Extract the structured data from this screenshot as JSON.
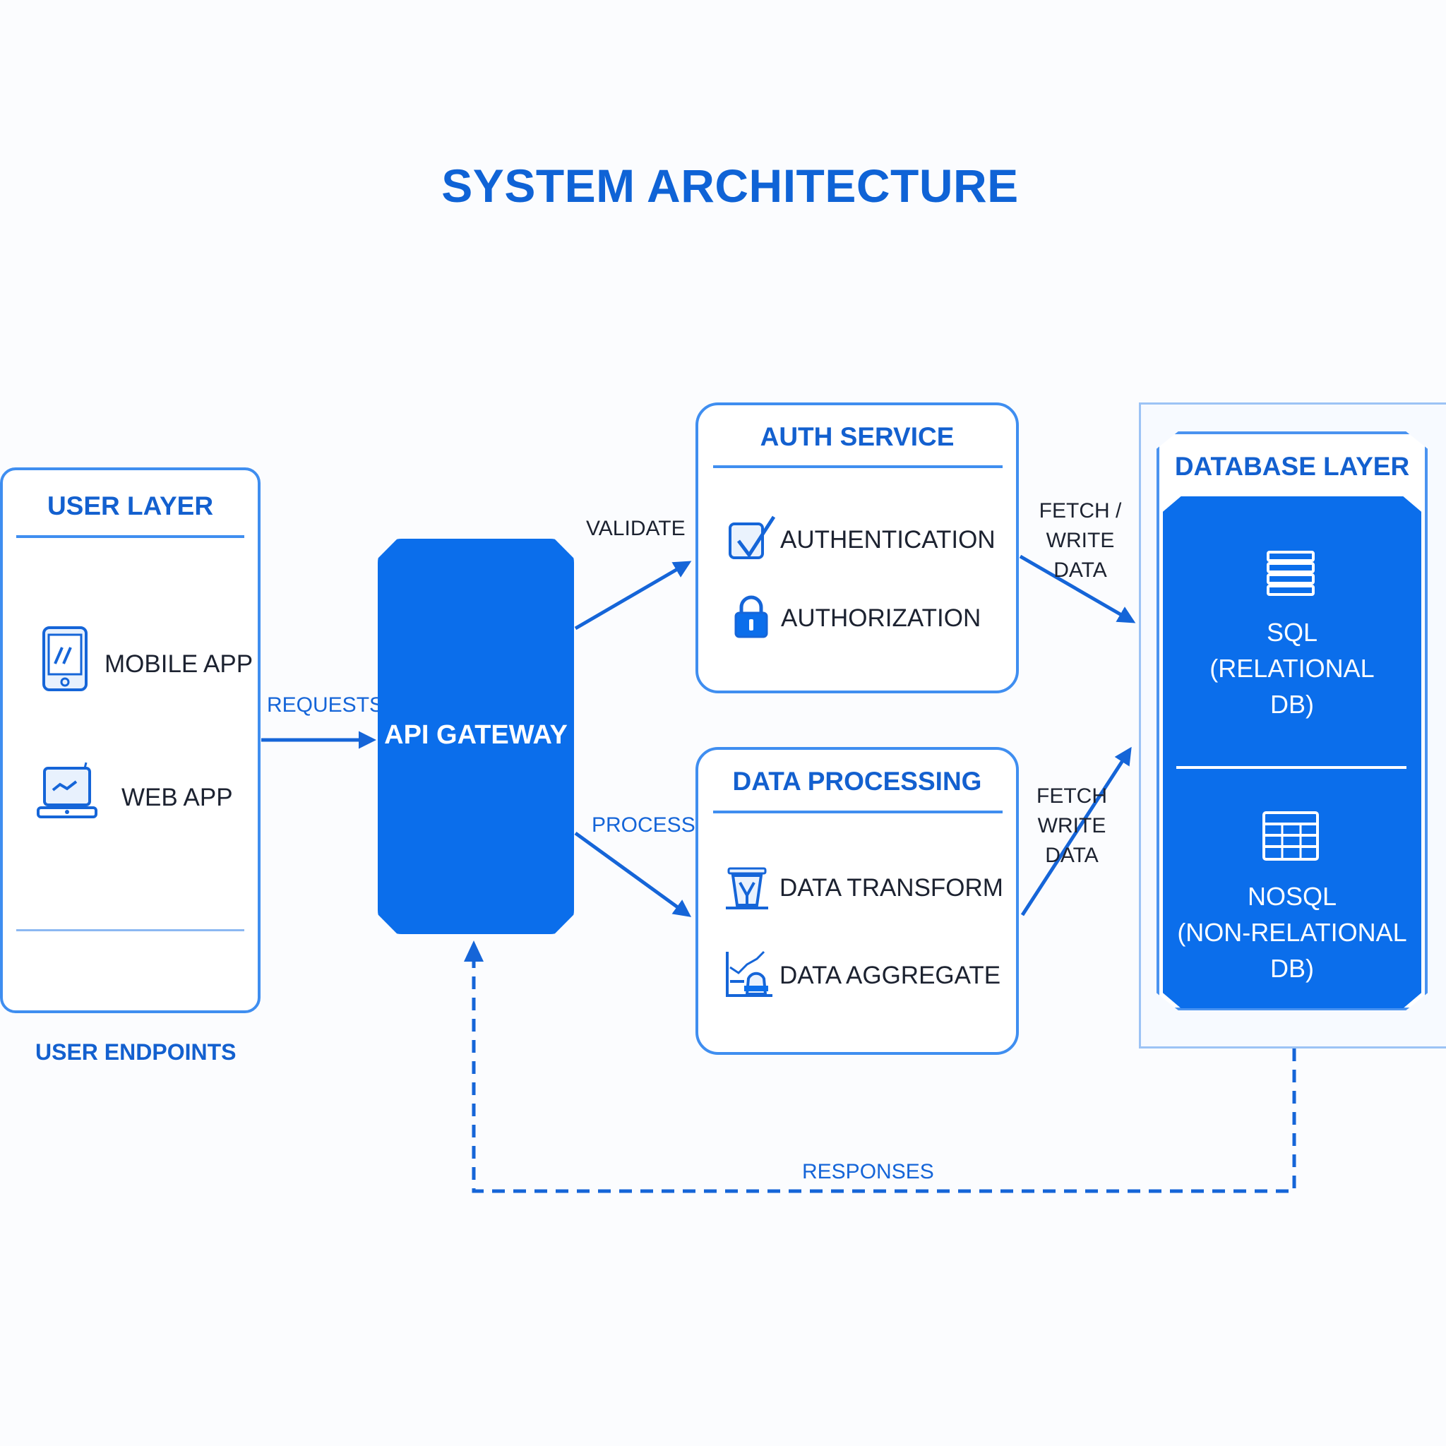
{
  "title": "SYSTEM ARCHITECTURE",
  "colors": {
    "primary": "#0b6eeb",
    "title": "#0f63d6",
    "border": "#3f8ef0",
    "background": "#fbfcfe"
  },
  "user_layer": {
    "title": "USER LAYER",
    "items": [
      {
        "label": "MOBILE APP",
        "icon": "mobile-phone-icon"
      },
      {
        "label": "WEB APP",
        "icon": "laptop-icon"
      }
    ],
    "caption": "USER ENDPOINTS"
  },
  "gateway": {
    "label": "API GATEWAY"
  },
  "auth_service": {
    "title": "AUTH SERVICE",
    "items": [
      {
        "label": "AUTHENTICATION",
        "icon": "checkbox-icon"
      },
      {
        "label": "AUTHORIZATION",
        "icon": "padlock-icon"
      }
    ]
  },
  "data_processing": {
    "title": "DATA PROCESSING",
    "items": [
      {
        "label": "DATA TRANSFORM",
        "icon": "funnel-icon"
      },
      {
        "label": "DATA AGGREGATE",
        "icon": "aggregate-chart-icon"
      }
    ]
  },
  "database_layer": {
    "title": "DATABASE LAYER",
    "sql": {
      "line1": "SQL",
      "line2": "(RELATIONAL",
      "line3": "DB)",
      "icon": "server-stack-icon"
    },
    "nosql": {
      "line1": "NOSQL",
      "line2": "(NON-RELATIONAL",
      "line3": "DB)",
      "icon": "table-grid-icon"
    }
  },
  "edges": {
    "requests": "REQUESTS",
    "validate": "VALIDATE",
    "process": "PROCESS",
    "fetch_write_auth": [
      "FETCH /",
      "WRITE",
      "DATA"
    ],
    "fetch_write_data": [
      "FETCH",
      "WRITE",
      "DATA"
    ],
    "responses": "RESPONSES"
  }
}
